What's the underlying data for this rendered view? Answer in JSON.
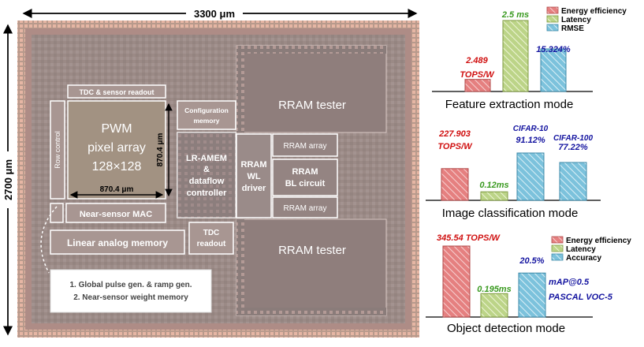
{
  "dims": {
    "width": "3300 μm",
    "height": "2700 μm"
  },
  "die": {
    "tdc_sensor_readout": "TDC & sensor readout",
    "row_control": "Row control",
    "pixel_array": {
      "line1": "PWM",
      "line2": "pixel array",
      "line3": "128×128"
    },
    "pixel_w": "870.4 μm",
    "pixel_h": "870.4 μm",
    "config_memory": {
      "line1": "Configuration",
      "line2": "memory"
    },
    "lr_amem": {
      "line1": "LR-AMEM",
      "line2": "&",
      "line3": "dataflow",
      "line4": "controller"
    },
    "rram_wl": {
      "line1": "RRAM",
      "line2": "WL",
      "line3": "driver"
    },
    "rram_array_top": "RRAM array",
    "rram_bl": {
      "line1": "RRAM",
      "line2": "BL circuit"
    },
    "rram_array_bottom": "RRAM array",
    "rram_tester_top": "RRAM tester",
    "rram_tester_bottom": "RRAM tester",
    "near_sensor_mac": "Near-sensor MAC",
    "linear_analog_memory": "Linear analog memory",
    "tdc_readout": {
      "line1": "TDC",
      "line2": "readout"
    },
    "note": {
      "line1": "1. Global pulse gen. & ramp gen.",
      "line2": "2. Near-sensor weight memory"
    }
  },
  "colors": {
    "energy": "#e07272",
    "latency": "#b6cf78",
    "third": "#72bdd8",
    "red_text": "#d01010",
    "green_text": "#3a9a20",
    "blue_text": "#1414a0"
  },
  "chart_data": [
    {
      "type": "bar",
      "title": "Feature extraction mode",
      "legend": [
        "Energy efficiency",
        "Latency",
        "RMSE"
      ],
      "legend_position": "top-right",
      "categories": [
        "Energy efficiency",
        "Latency",
        "RMSE"
      ],
      "values": [
        2.489,
        2.5,
        15.324
      ],
      "value_labels": [
        "2.489",
        "2.5 ms",
        "15.324%"
      ],
      "extra_labels": [
        "TOPS/W"
      ],
      "bar_heights_rel": [
        0.17,
        1.0,
        0.6
      ]
    },
    {
      "type": "bar",
      "title": "Image classification mode",
      "categories": [
        "Energy efficiency",
        "Latency",
        "CIFAR-10",
        "CIFAR-100"
      ],
      "values": [
        227.903,
        0.12,
        91.12,
        77.22
      ],
      "value_labels": [
        "227.903",
        "0.12ms",
        "91.12%",
        "77.22%"
      ],
      "extra_labels": [
        "TOPS/W",
        "CIFAR-10",
        "CIFAR-100"
      ],
      "bar_heights_rel": [
        0.67,
        0.18,
        1.0,
        0.8
      ]
    },
    {
      "type": "bar",
      "title": "Object detection mode",
      "legend": [
        "Energy efficiency",
        "Latency",
        "Accuracy"
      ],
      "legend_position": "top-right",
      "categories": [
        "Energy efficiency",
        "Latency",
        "Accuracy"
      ],
      "values": [
        345.54,
        0.195,
        20.5
      ],
      "value_labels": [
        "345.54 TOPS/W",
        "0.195ms",
        "20.5%"
      ],
      "annotations": [
        "mAP@0.5",
        "PASCAL VOC-5"
      ],
      "bar_heights_rel": [
        1.0,
        0.33,
        0.62
      ]
    }
  ]
}
